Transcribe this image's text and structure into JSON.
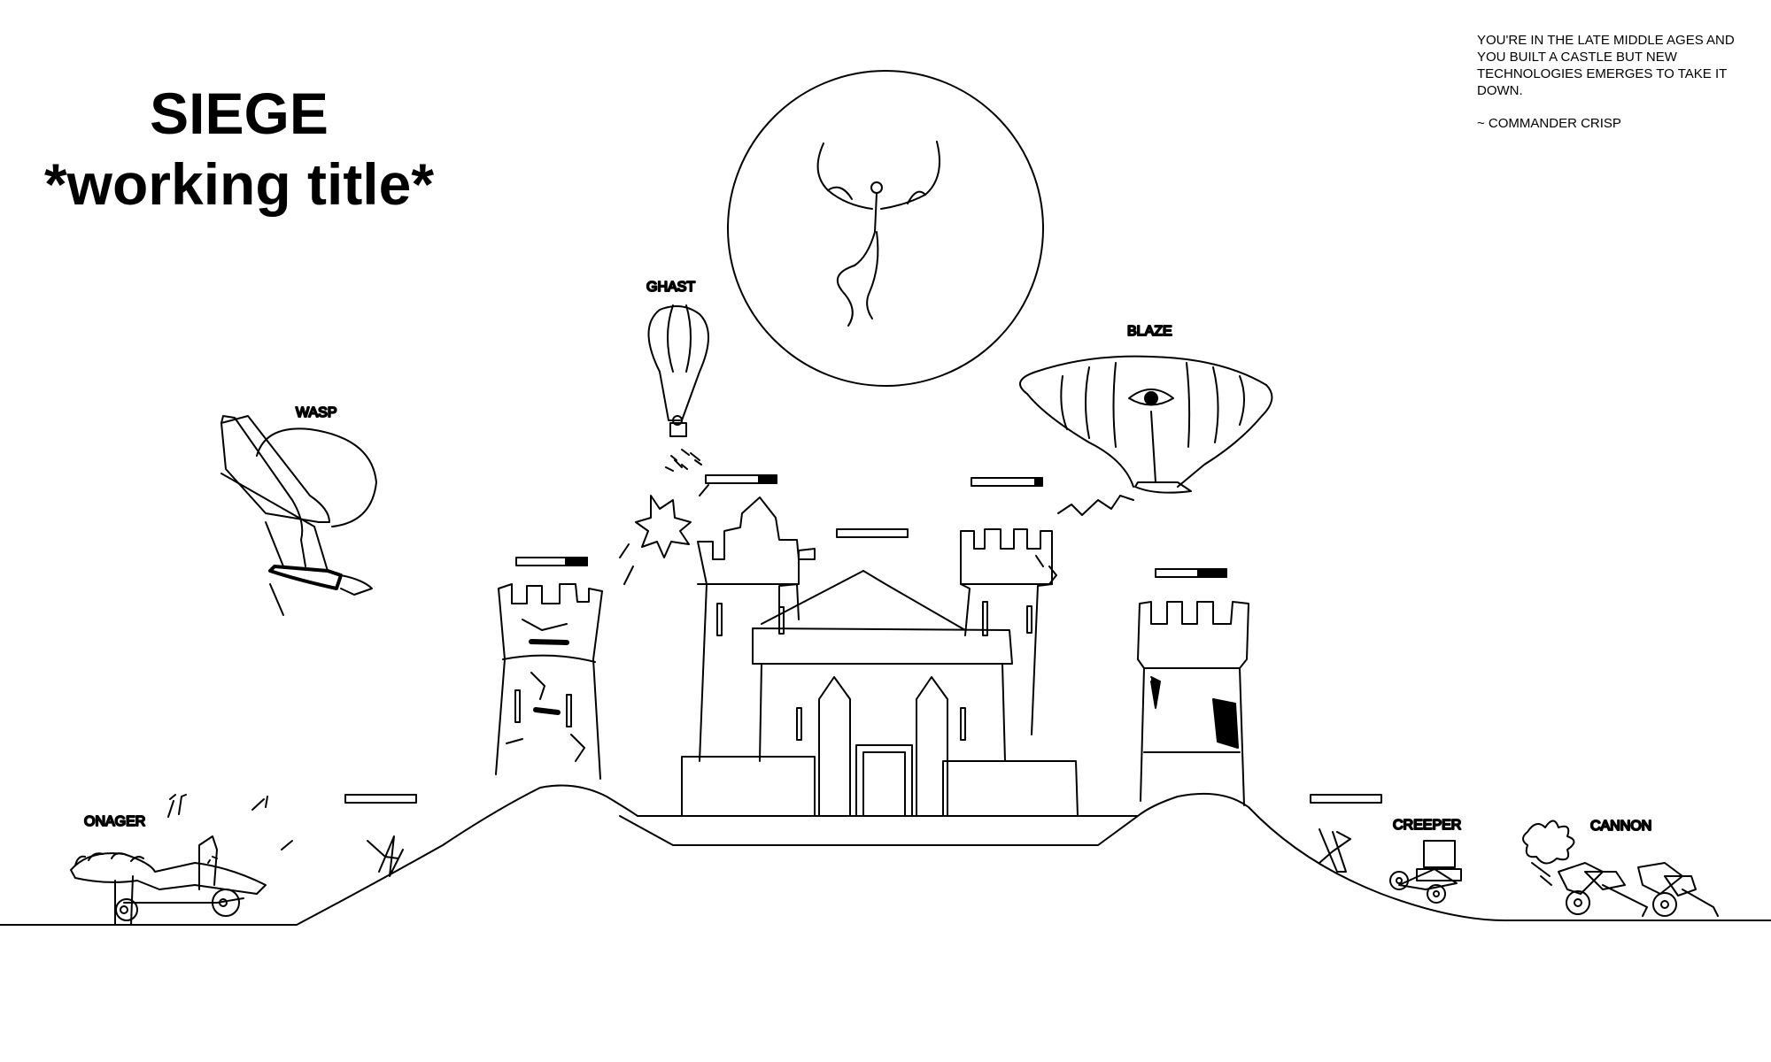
{
  "game": {
    "title": "SIEGE",
    "subtitle": "*working title*"
  },
  "story": {
    "text": "YOU'RE IN THE LATE MIDDLE AGES AND YOU BUILT A CASTLE BUT NEW TECHNOLOGIES EMERGES TO TAKE IT DOWN.",
    "signature": "~ COMMANDER CRISP"
  },
  "units": {
    "wasp": "WASP",
    "ghast": "GHAST",
    "blaze": "BLAZE",
    "onager": "ONAGER",
    "creeper": "CREEPER",
    "cannon": "CANNON"
  },
  "health": {
    "left_tower": 0.3,
    "left_inner_tower": 0.25,
    "keep": 0.0,
    "right_inner_tower": 0.1,
    "right_tower": 0.4,
    "left_barricade": 0.0,
    "right_barricade": 0.0
  },
  "colors": {
    "ink": "#000000",
    "paper": "#ffffff"
  }
}
